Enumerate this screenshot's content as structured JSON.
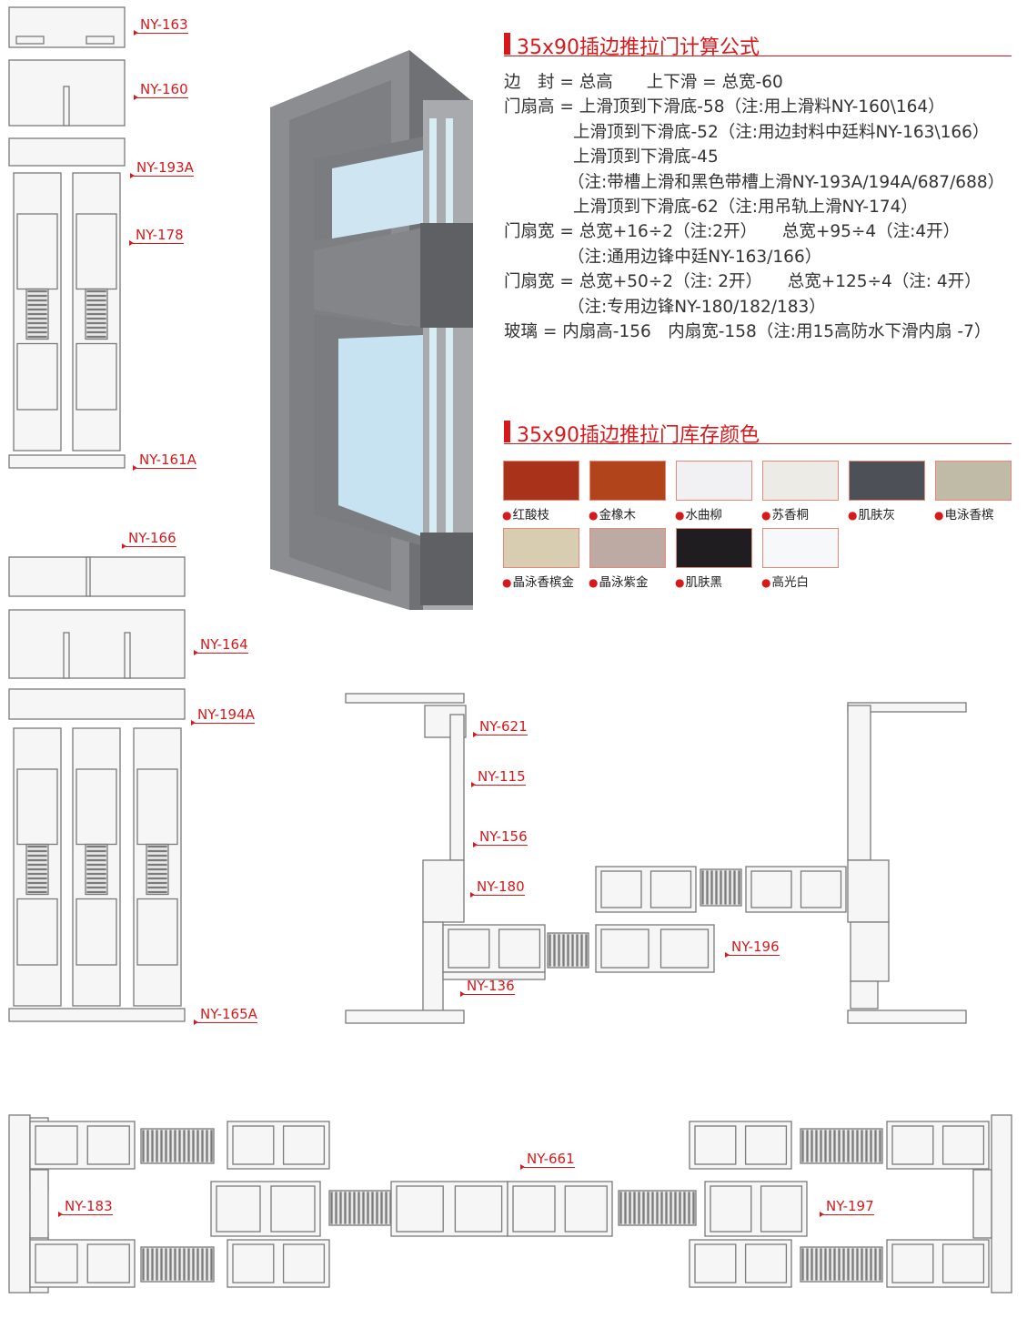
{
  "formula_section": {
    "title": "35x90插边推拉门计算公式",
    "lines": [
      "边　封 = 总高　　上下滑 = 总宽-60",
      "门扇高 = 上滑顶到下滑底-58（注:用上滑料NY-160\\164）",
      "上滑顶到下滑底-52（注:用边封料中廷料NY-163\\166）",
      "上滑顶到下滑底-45",
      "（注:带槽上滑和黑色带槽上滑NY-193A/194A/687/688）",
      "上滑顶到下滑底-62（注:用吊轨上滑NY-174）",
      "门扇宽 = 总宽+16÷2（注:2开）　　总宽+95÷4（注:4开）",
      "（注:通用边锋中廷NY-163/166）",
      "门扇宽 = 总宽+50÷2（注: 2开）　　总宽+125÷4（注: 4开）",
      "（注:专用边锋NY-180/182/183）",
      "玻璃 = 内扇高-156　内扇宽-158（注:用15高防水下滑内扇 -7）"
    ]
  },
  "color_section": {
    "title": "35x90插边推拉门库存颜色",
    "swatches": [
      {
        "name": "红酸枝",
        "color": "#a8321a"
      },
      {
        "name": "金橡木",
        "color": "#b2441c"
      },
      {
        "name": "水曲柳",
        "color": "#f1f1f3"
      },
      {
        "name": "苏香桐",
        "color": "#ecebe6"
      },
      {
        "name": "肌肤灰",
        "color": "#4e5058"
      },
      {
        "name": "电泳香槟",
        "color": "#bfbba6"
      },
      {
        "name": "晶泳香槟金",
        "color": "#d8cdb0"
      },
      {
        "name": "晶泳紫金",
        "color": "#bcaaa3"
      },
      {
        "name": "肌肤黑",
        "color": "#1f1d20"
      },
      {
        "name": "高光白",
        "color": "#f7f8f9"
      }
    ]
  },
  "profile_labels": [
    "NY-163",
    "NY-160",
    "NY-193A",
    "NY-178",
    "NY-161A",
    "NY-166",
    "NY-164",
    "NY-194A",
    "NY-165A",
    "NY-621",
    "NY-115",
    "NY-156",
    "NY-180",
    "NY-196",
    "NY-136",
    "NY-661",
    "NY-183",
    "NY-197"
  ],
  "accent_color": "#d7191c"
}
